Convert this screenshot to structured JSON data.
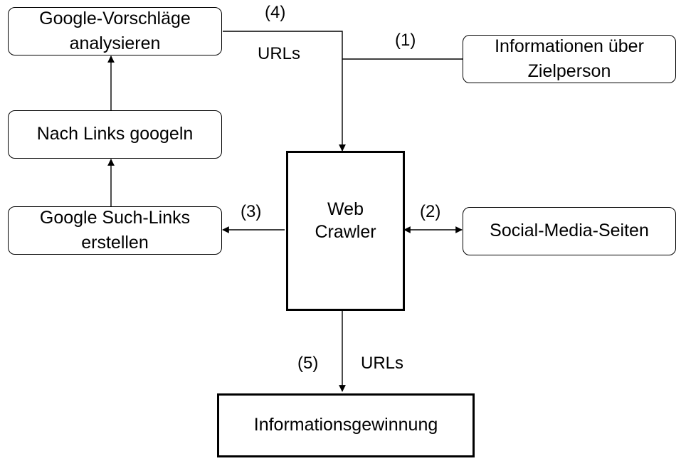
{
  "nodes": {
    "google_suggestions": [
      "Google-Vorschläge",
      "analysieren"
    ],
    "target_info": [
      "Informationen über",
      "Zielperson"
    ],
    "google_links": "Nach Links googeln",
    "create_links": [
      "Google Such-Links",
      "erstellen"
    ],
    "crawler": [
      "Web",
      "Crawler"
    ],
    "social_media": "Social-Media-Seiten",
    "info_gain": "Informationsgewinnung"
  },
  "edges": {
    "step1": "(1)",
    "step2": "(2)",
    "step3": "(3)",
    "step4": "(4)",
    "step5": "(5)",
    "urls_top": "URLs",
    "urls_bottom": "URLs"
  }
}
